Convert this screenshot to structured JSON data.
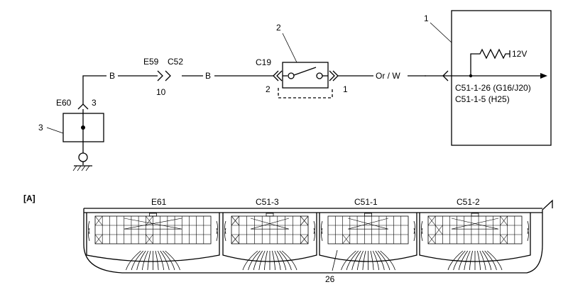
{
  "schematic": {
    "ecm_callout": "1",
    "switch_callout": "2",
    "ground_unit_callout": "3",
    "ground_unit_pin": "3",
    "conn_e60": "E60",
    "conn_e59": "E59",
    "conn_c52": "C52",
    "conn_e59_c52_pin": "10",
    "conn_c19": "C19",
    "c19_pin_left": "2",
    "c19_pin_right": "1",
    "wire_1": "B",
    "wire_2": "B",
    "wire_3": "Or / W",
    "pullup_voltage": "12V",
    "terminal_line_1": "C51-1-26 (G16/J20)",
    "terminal_line_2": "C51-1-5 (H25)"
  },
  "connector_view": {
    "view_label": "[A]",
    "connectors": [
      "E61",
      "C51-3",
      "C51-1",
      "C51-2"
    ],
    "terminal_callout": "26"
  }
}
